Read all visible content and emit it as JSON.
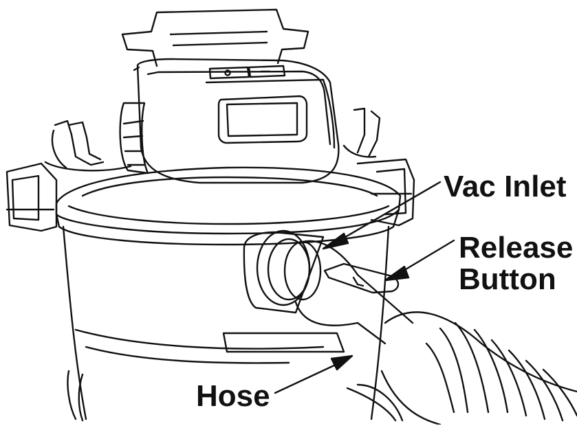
{
  "labels": {
    "vac_inlet": "Vac Inlet",
    "release_line1": "Release",
    "release_line2": "Button",
    "hose": "Hose"
  },
  "style": {
    "ink": "#111111",
    "background": "#ffffff"
  }
}
